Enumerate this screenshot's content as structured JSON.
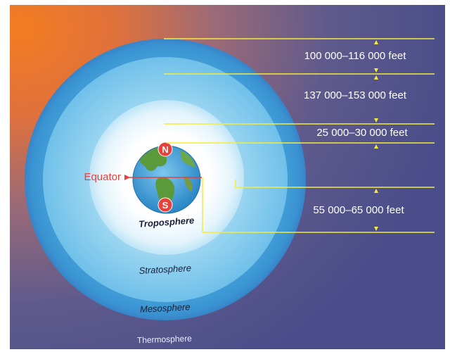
{
  "labels": {
    "equator": "Equator",
    "north": "N",
    "south": "S",
    "troposphere": "Troposphere",
    "stratosphere": "Stratosphere",
    "mesosphere": "Mesosphere",
    "thermosphere": "Thermosphere"
  },
  "measurements": [
    "100 000–116 000 feet",
    "137 000–153 000 feet",
    "25 000–30 000 feet",
    "55 000–65 000 feet"
  ],
  "colors": {
    "guide_line": "#f4ec3a",
    "pole_marker": "#e8413c",
    "equator_text": "#e8413c",
    "label_text": "#1a1f3a",
    "thermosphere_text": "#e9ecff"
  }
}
